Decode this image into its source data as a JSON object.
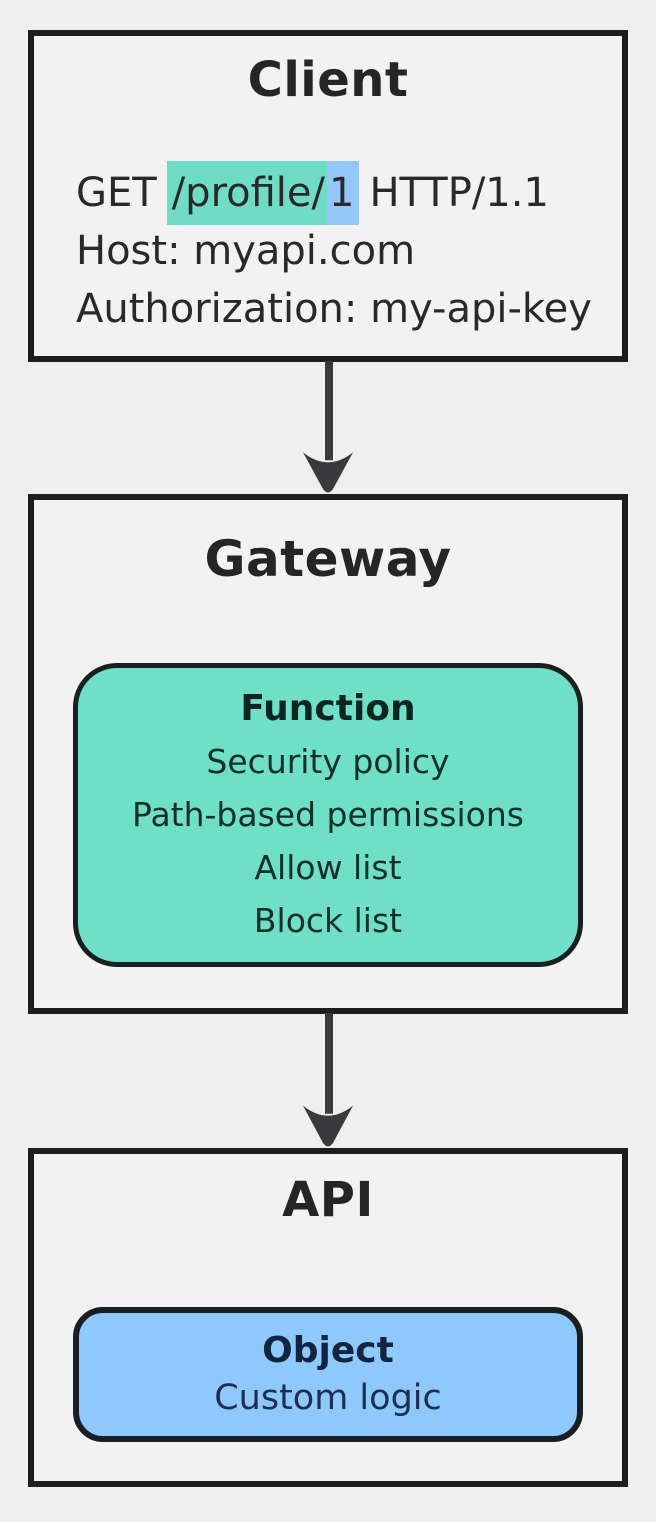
{
  "diagram": {
    "nodes": [
      {
        "id": "client",
        "title": "Client",
        "request": {
          "method": "GET",
          "path": "/profile/",
          "resource_id": "1",
          "protocol": "HTTP/1.1",
          "host": "Host: myapi.com",
          "authorization": "Authorization: my-api-key"
        }
      },
      {
        "id": "gateway",
        "title": "Gateway",
        "card": {
          "title": "Function",
          "items": [
            "Security policy",
            "Path-based permissions",
            "Allow list",
            "Block list"
          ]
        }
      },
      {
        "id": "api",
        "title": "API",
        "card": {
          "title": "Object",
          "items": [
            "Custom logic"
          ]
        }
      }
    ],
    "edges": [
      {
        "from": "client",
        "to": "gateway"
      },
      {
        "from": "gateway",
        "to": "api"
      }
    ],
    "colors": {
      "background": "#efeff0",
      "node_fill": "#f2f2f3",
      "node_border": "#1d1d1f",
      "teal_accent": "#6fdfc8",
      "blue_accent": "#8ec8fc",
      "path_highlight_teal": "#6fdcc5",
      "id_highlight_blue": "#94c6fa",
      "arrow": "#3a3a3c"
    }
  }
}
